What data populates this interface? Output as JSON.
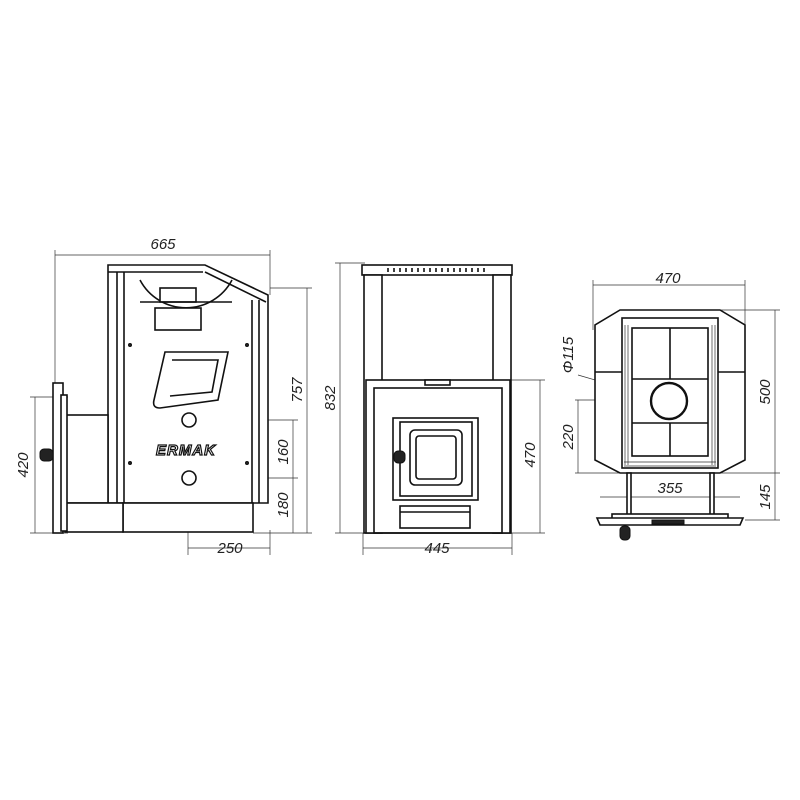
{
  "brand": "ERMAK",
  "side_view": {
    "width": "665",
    "height_total": "757",
    "pipe_spacing": "160",
    "lower_pipe_height": "180",
    "pipe_offset": "250",
    "door_frame_height": "420"
  },
  "front_view": {
    "height": "832",
    "firebox_height": "470",
    "width": "445"
  },
  "top_view": {
    "width": "470",
    "depth": "500",
    "chimney_diameter": "Φ115",
    "chimney_offset": "220",
    "leg_span": "355",
    "leg_height": "145"
  },
  "colors": {
    "line": "#111111",
    "background": "#ffffff"
  }
}
